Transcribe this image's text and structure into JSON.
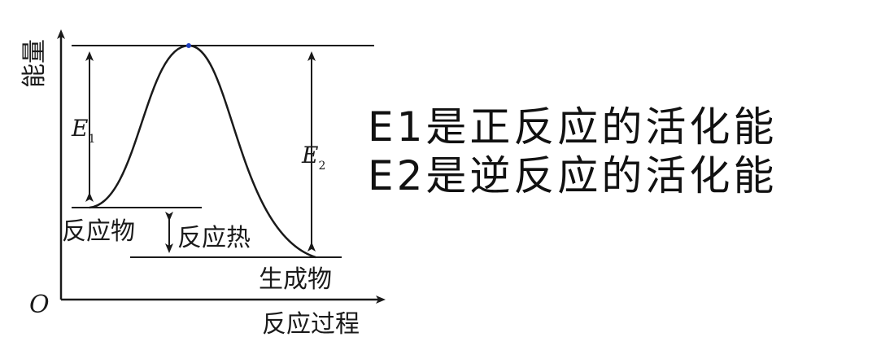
{
  "diagram": {
    "axis": {
      "y_label": "能量",
      "x_label": "反应过程",
      "origin": "O"
    },
    "levels": {
      "reactants": "反应物",
      "products": "生成物",
      "heat": "反应热"
    },
    "arrows": {
      "e1": {
        "letter": "E",
        "sub": "1"
      },
      "e2": {
        "letter": "E",
        "sub": "2"
      }
    }
  },
  "notes": {
    "line1": "E1是正反应的活化能",
    "line2": "E2是逆反应的活化能"
  },
  "colors": {
    "ink": "#1a1a1a",
    "peak_dot": "#1f3fbf"
  }
}
